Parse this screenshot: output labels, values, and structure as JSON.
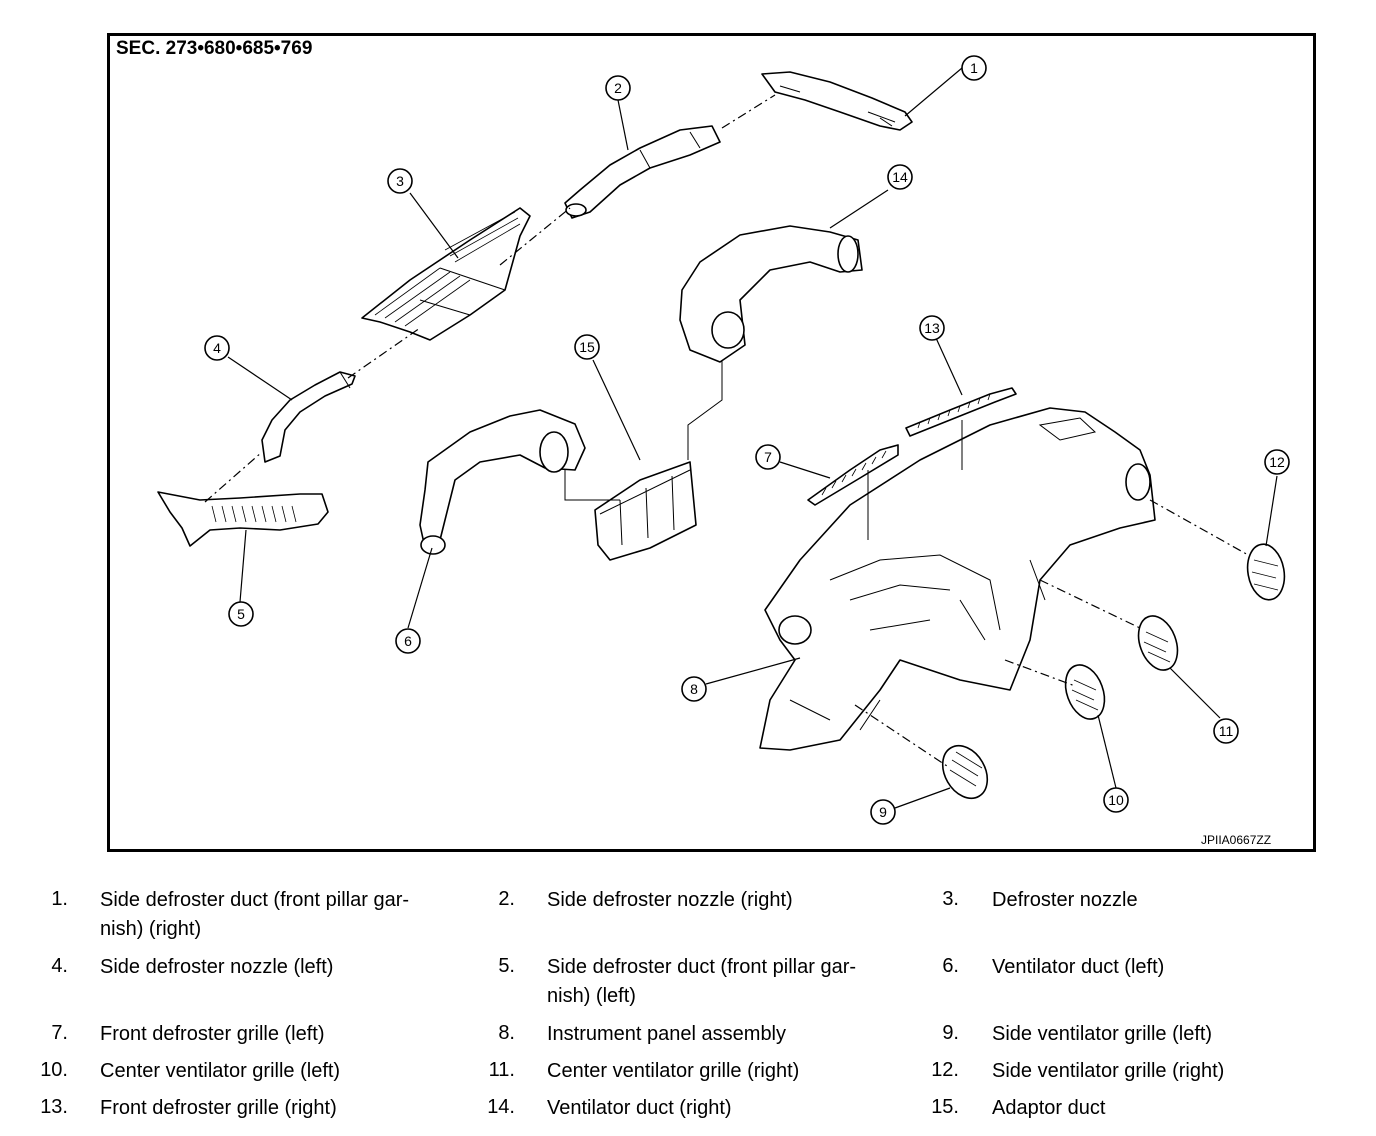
{
  "section_code": "SEC. 273•680•685•769",
  "figure_code": "JPIIA0667ZZ",
  "legend": [
    {
      "num": "1.",
      "text": "Side defroster duct (front pillar gar-",
      "text2": "nish) (right)"
    },
    {
      "num": "2.",
      "text": "Side defroster nozzle (right)"
    },
    {
      "num": "3.",
      "text": "Defroster nozzle"
    },
    {
      "num": "4.",
      "text": "Side defroster nozzle (left)"
    },
    {
      "num": "5.",
      "text": "Side defroster duct (front pillar gar-",
      "text2": "nish) (left)"
    },
    {
      "num": "6.",
      "text": "Ventilator duct (left)"
    },
    {
      "num": "7.",
      "text": "Front defroster grille (left)"
    },
    {
      "num": "8.",
      "text": "Instrument panel assembly"
    },
    {
      "num": "9.",
      "text": "Side ventilator grille (left)"
    },
    {
      "num": "10.",
      "text": "Center ventilator grille (left)"
    },
    {
      "num": "11.",
      "text": "Center ventilator grille (right)"
    },
    {
      "num": "12.",
      "text": "Side ventilator grille (right)"
    },
    {
      "num": "13.",
      "text": "Front defroster grille (right)"
    },
    {
      "num": "14.",
      "text": "Ventilator duct (right)"
    },
    {
      "num": "15.",
      "text": "Adaptor duct"
    }
  ],
  "callouts": [
    "1",
    "2",
    "3",
    "4",
    "5",
    "6",
    "7",
    "8",
    "9",
    "10",
    "11",
    "12",
    "13",
    "14",
    "15"
  ]
}
